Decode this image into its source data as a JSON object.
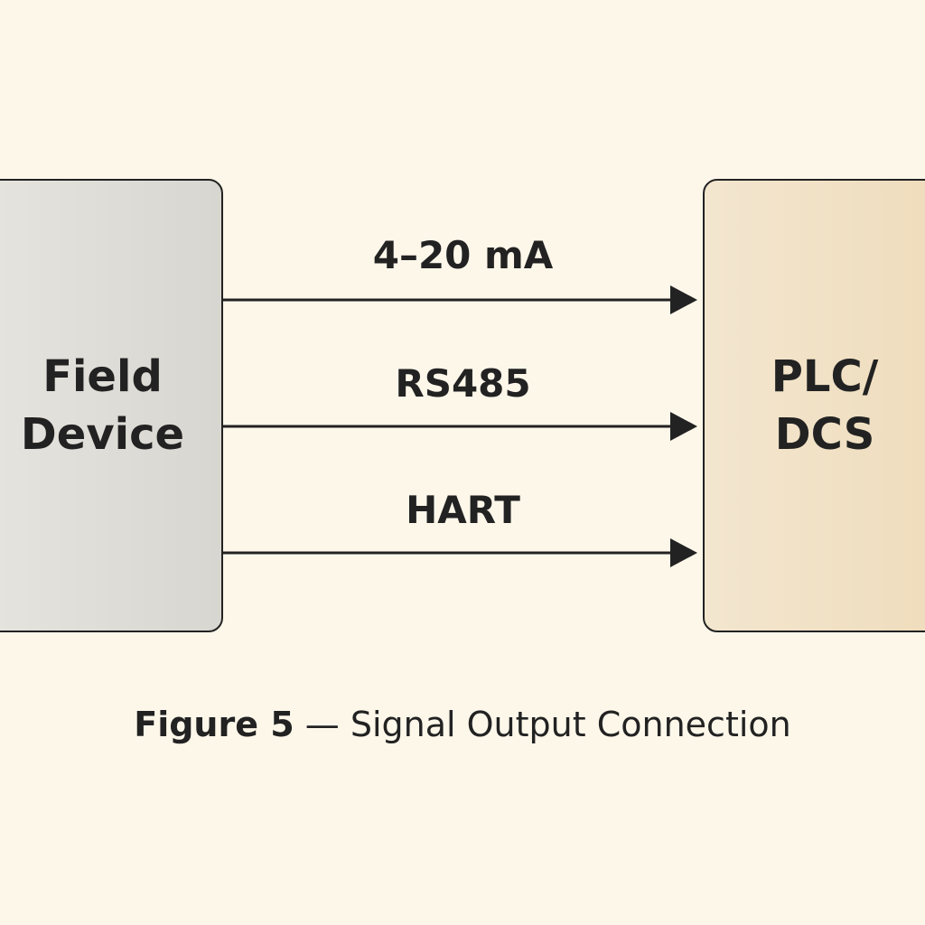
{
  "left_block": {
    "line1": "Field",
    "line2": "Device"
  },
  "right_block": {
    "line1": "PLC/",
    "line2": "DCS"
  },
  "connections": [
    {
      "label": "4–20 mA"
    },
    {
      "label": "RS485"
    },
    {
      "label": "HART"
    }
  ],
  "caption": {
    "number": "Figure 5",
    "separator": " — ",
    "title": "Signal Output Connection"
  }
}
